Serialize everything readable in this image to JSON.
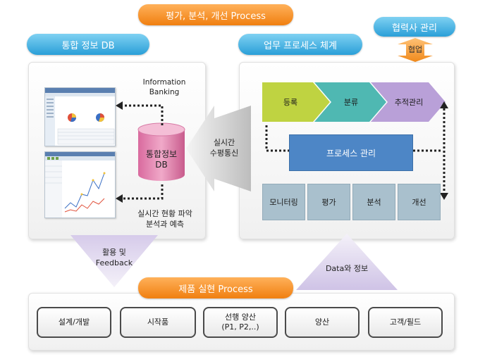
{
  "header": {
    "process_title": "평가, 분석, 개선 Process",
    "partner_title": "협력사 관리",
    "partner_arrow_label": "협업"
  },
  "left_section": {
    "title": "통합 정보 DB",
    "information_banking": "Information\nBanking",
    "db_label": "통합정보\nDB",
    "realtime_analysis": "실시간 현황 파악\n분석과 예측"
  },
  "middle": {
    "realtime_label": "실시간\n수평통신",
    "data_label": "Data와 정보",
    "feedback_label": "활용 및\nFeedback"
  },
  "right_section": {
    "title": "업무 프로세스 체계",
    "chevrons": [
      "등록",
      "분류",
      "추적관리"
    ],
    "process_manage": "프로세스 관리",
    "sub_boxes": [
      "모니터링",
      "평가",
      "분석",
      "개선"
    ]
  },
  "bottom": {
    "title": "제품 실현 Process",
    "steps": [
      "설계/개발",
      "시작품",
      "선행 양산\n(P1, P2,..)",
      "양산",
      "고객/필드"
    ]
  },
  "colors": {
    "orange": "#f07f10",
    "blue": "#2a9fd8",
    "chevron_green": "#bfd341",
    "chevron_teal": "#4fb8b2",
    "chevron_purple": "#b9a0d8",
    "process_blue": "#4d86c6",
    "db_pink": "#e58ab5"
  }
}
